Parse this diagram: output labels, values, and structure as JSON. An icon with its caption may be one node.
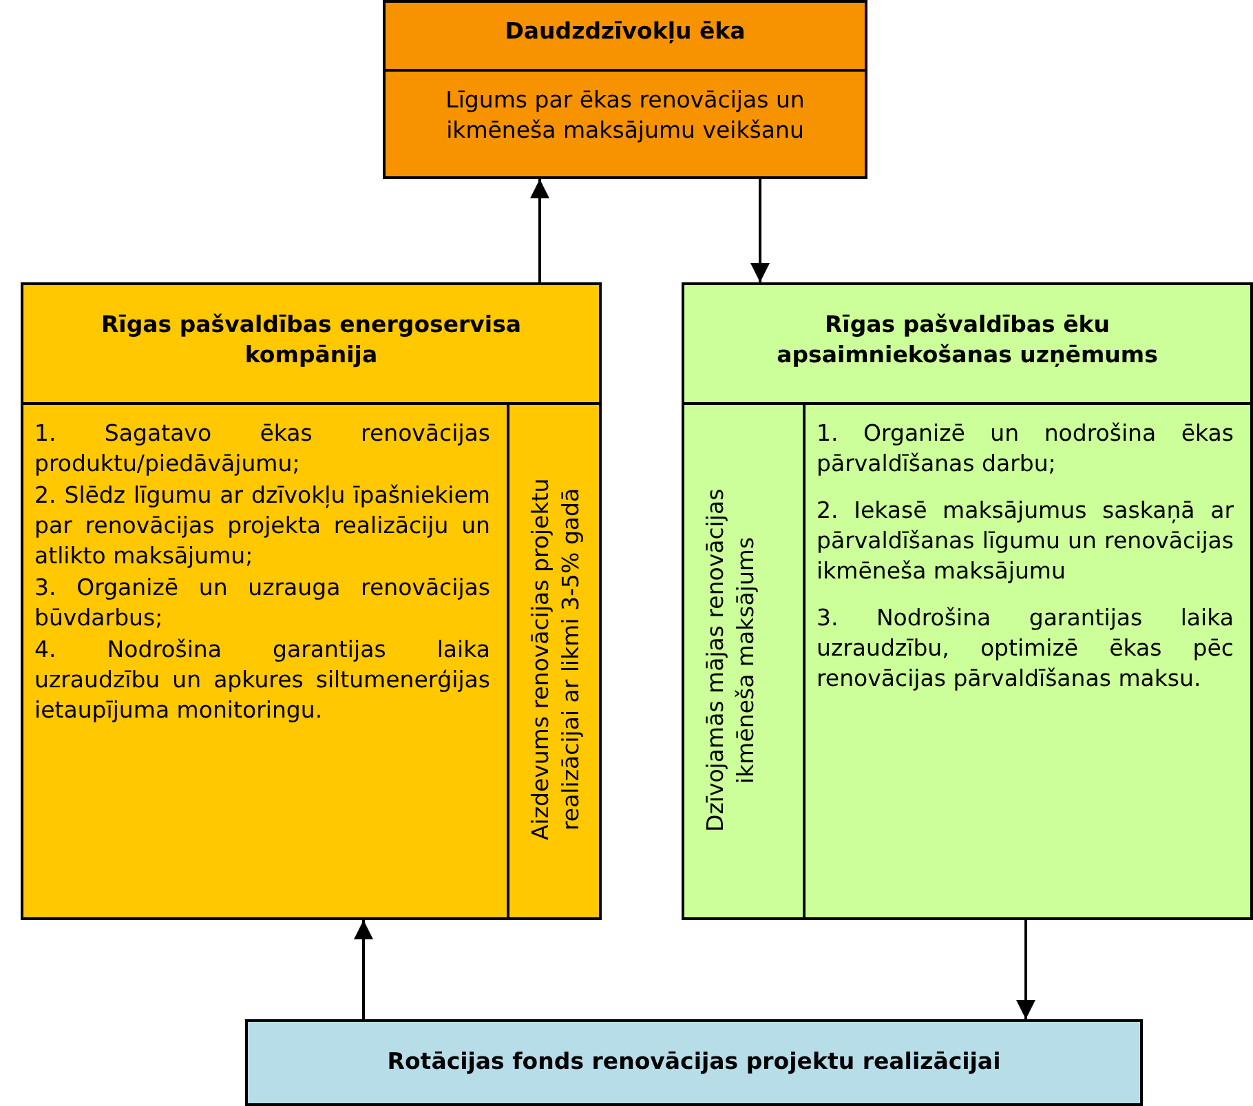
{
  "diagram": {
    "nodes": [
      {
        "text": [
          "Daudzdzīvokļu ēka",
          "Līgums par ēkas renovācijas un ikmēneša maksājumu veikšanu"
        ]
      },
      {
        "text": [
          "Rīgas pašvaldības energoservisa kompānija"
        ]
      },
      {
        "text": [
          "1. Sagatavo ēkas renovācijas produktu/piedāvājumu;",
          "2. Slēdz līgumu ar dzīvokļu īpašniekiem par renovācijas projekta realizāciju un atlikto maksājumu;",
          "3. Organizē un uzrauga renovācijas būvdarbus;",
          "4. Nodrošina garantijas laika uzraudzību un apkures siltumenerģijas ietaupījuma monitoringu."
        ],
        "in": 1
      },
      {
        "text": [
          "Aizdevums renovācijas projektu realizācijai ar likmi 3-5% gadā"
        ],
        "in": 1
      },
      {
        "text": [
          "Rīgas pašvaldības ēku apsaimniekošanas uzņēmums"
        ]
      },
      {
        "text": [
          "Dzīvojamās mājas renovācijas ikmēneša maksājums"
        ],
        "in": 4
      },
      {
        "text": [
          "1. Organizē un nodrošina ēkas pārvaldīšanas darbu;",
          "2. Iekasē maksājumus saskaņā ar pārvaldīšanas līgumu un renovācijas ikmēneša maksājumu",
          "3. Nodrošina garantijas laika uzraudzību, optimizē ēkas pēc renovācijas pārvaldīšanas maksu."
        ],
        "in": 4
      },
      {
        "text": [
          "Rotācijas fonds renovācijas projektu realizācijai"
        ]
      }
    ],
    "edges": [
      {
        "from": 1,
        "to": 0,
        "arrow": "to"
      },
      {
        "from": 0,
        "to": 4,
        "arrow": "to"
      },
      {
        "from": 7,
        "to": 1,
        "arrow": "to"
      },
      {
        "from": 4,
        "to": 7,
        "arrow": "to"
      }
    ]
  }
}
